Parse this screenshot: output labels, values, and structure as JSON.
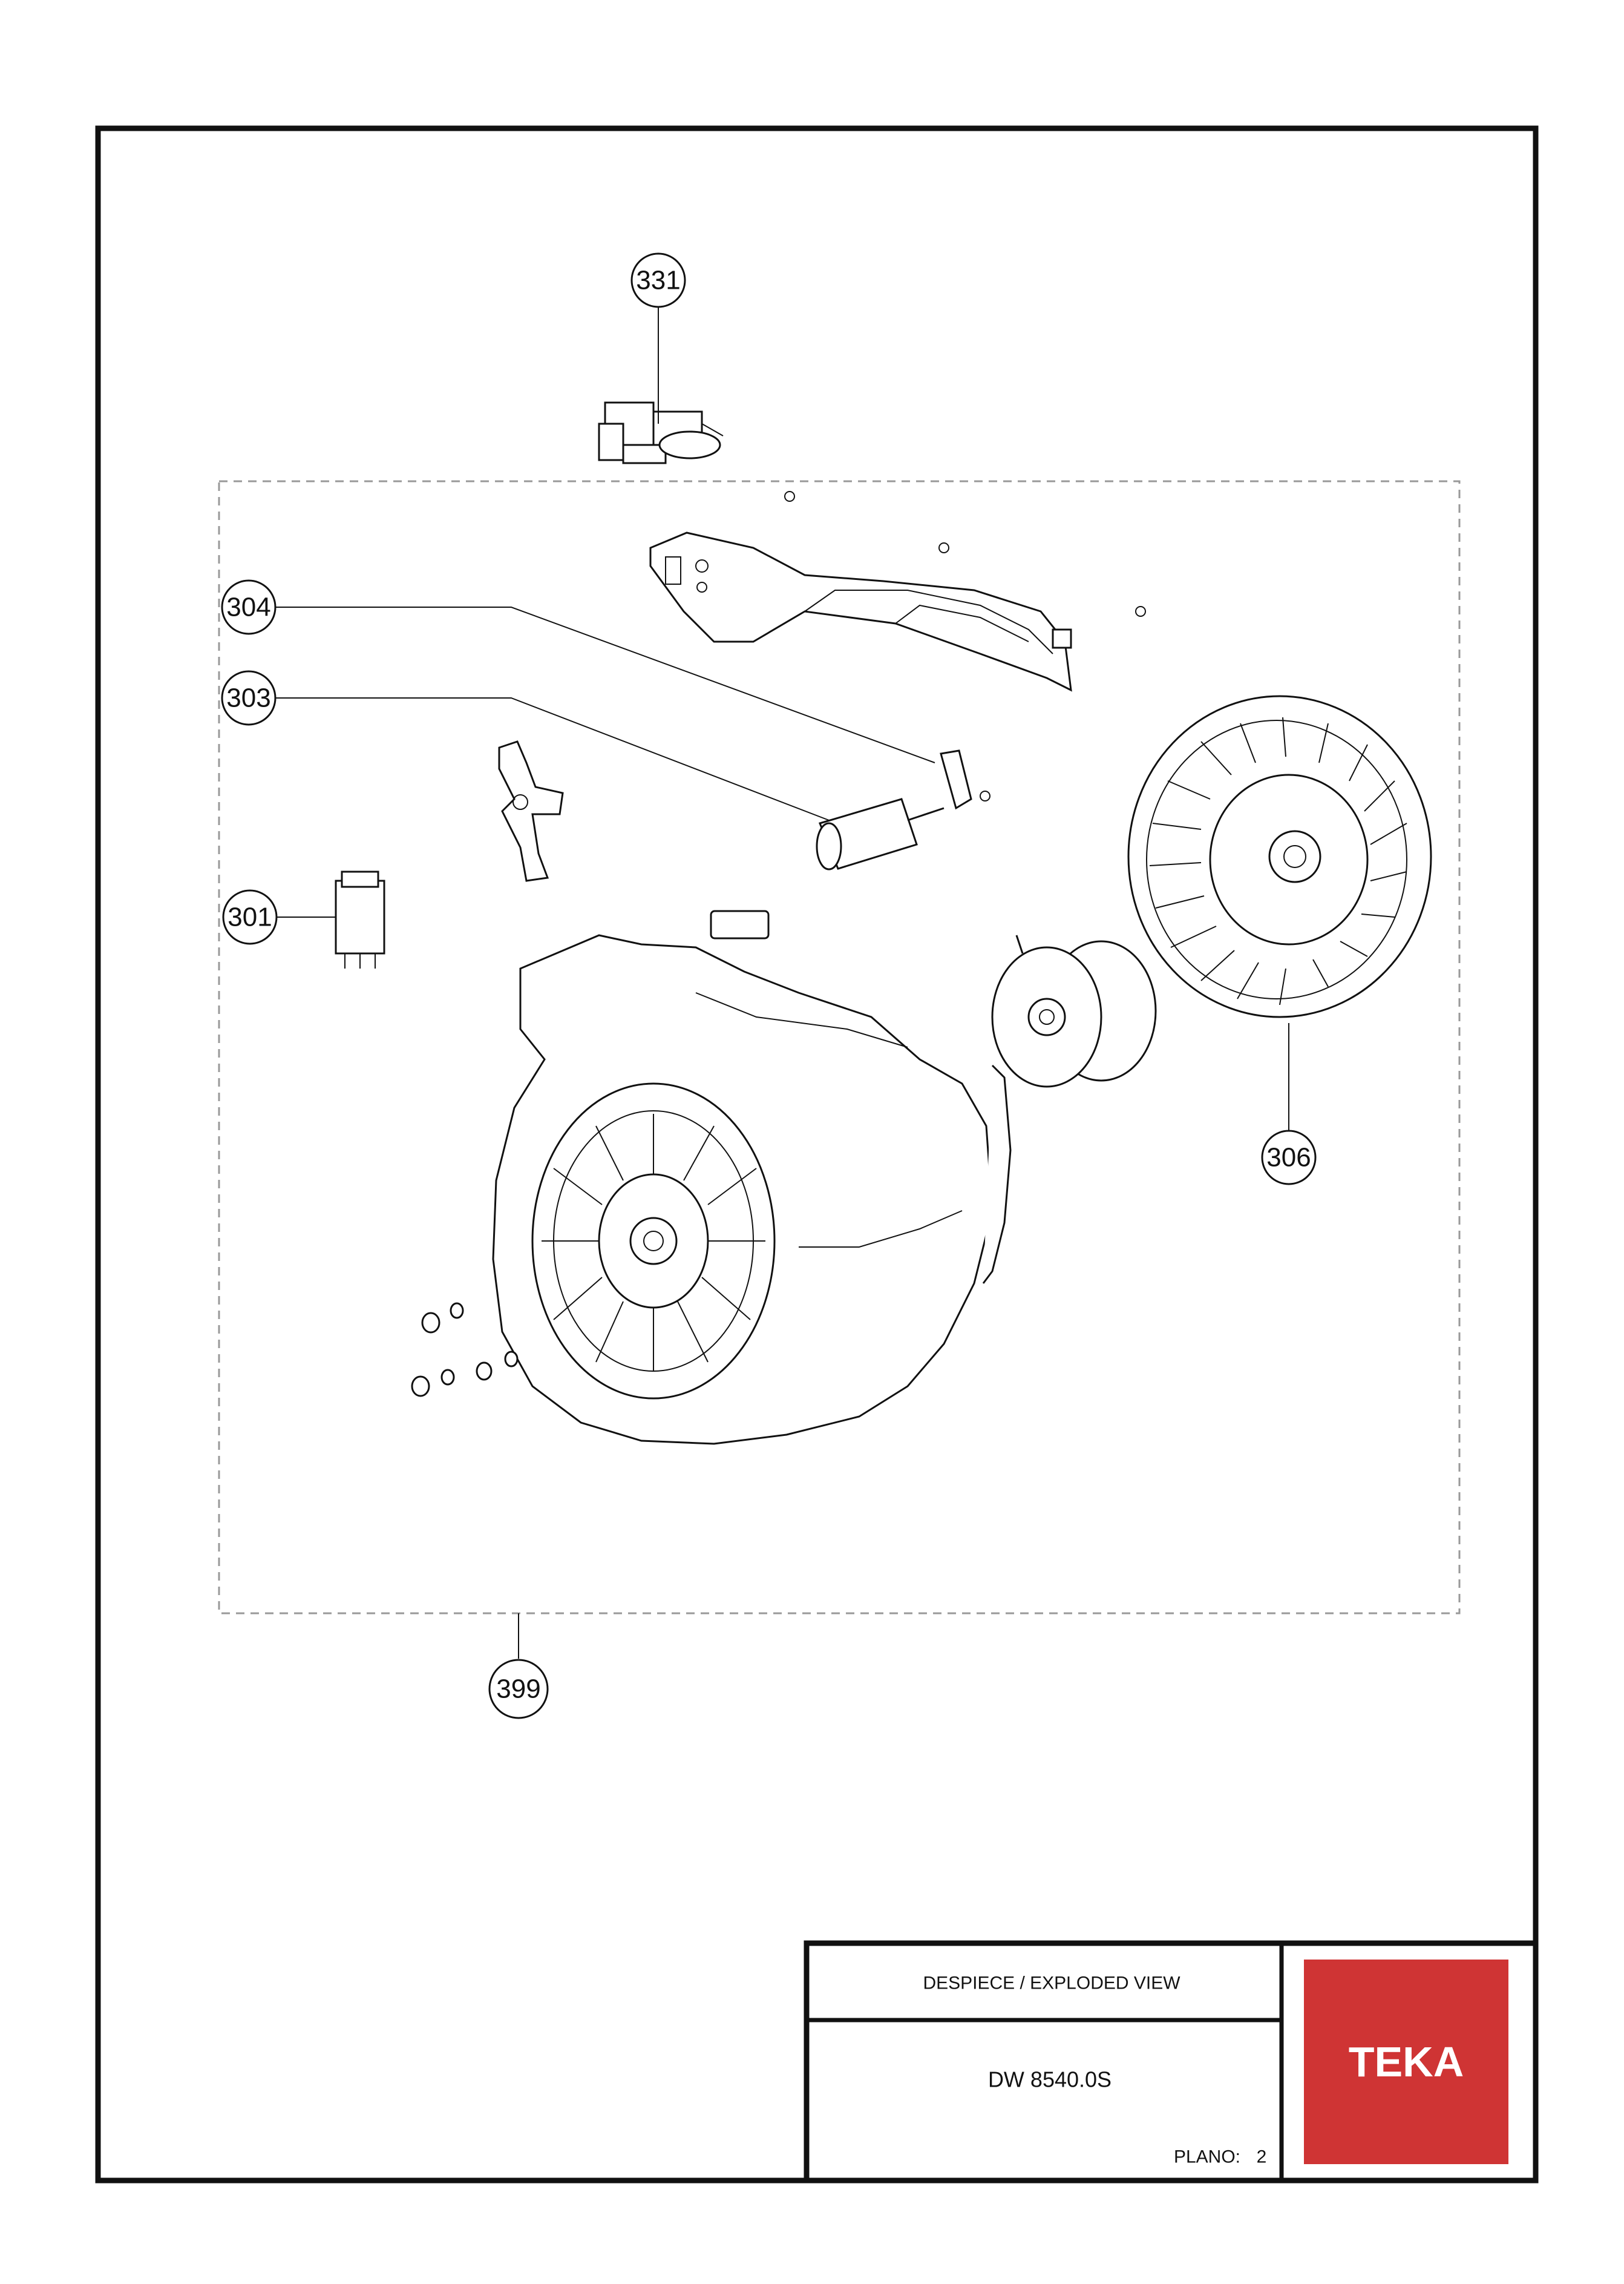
{
  "title_block": {
    "heading": "DESPIECE / EXPLODED VIEW",
    "model": "DW 8540.0S",
    "plan_label": "PLANO:",
    "plan_number": "2",
    "brand": "TEKA",
    "brand_color": "#cf3434"
  },
  "callouts": [
    {
      "id": "331",
      "label": "331",
      "part": "terminal-block"
    },
    {
      "id": "304",
      "label": "304",
      "part": "switch"
    },
    {
      "id": "303",
      "label": "303",
      "part": "capacitor"
    },
    {
      "id": "301",
      "label": "301",
      "part": "relay"
    },
    {
      "id": "306",
      "label": "306",
      "part": "fan-wheel"
    },
    {
      "id": "399",
      "label": "399",
      "part": "blower-assembly"
    }
  ]
}
